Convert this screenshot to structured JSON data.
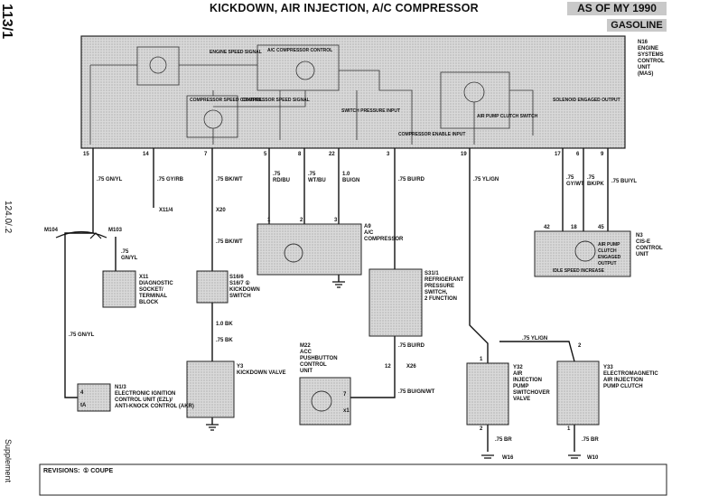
{
  "header": {
    "page_code": "113/1",
    "title": "KICKDOWN, AIR INJECTION, A/C COMPRESSOR",
    "as_of": "AS OF MY 1990",
    "fuel": "GASOLINE",
    "model": "124.0/.2",
    "supplement": "Supplement"
  },
  "module_n16": {
    "code": "N16",
    "lines": [
      "ENGINE",
      "SYSTEMS",
      "CONTROL",
      "UNIT",
      "(MAS)"
    ],
    "inner_labels": {
      "engine_speed": "ENGINE SPEED SIGNAL",
      "ac_comp": "A/C COMPRESSOR CONTROL",
      "comp_speed": "COMPRESSOR SPEED CONTROL",
      "comp_speed_signal": "COMPRESSOR SPEED SIGNAL",
      "switch_pressure": "SWITCH PRESSURE INPUT",
      "comp_enable": "COMPRESSOR ENABLE INPUT",
      "air_pump": "AIR PUMP CLUTCH SWITCH",
      "solenoid": "SOLENOID ENGAGED OUTPUT"
    },
    "pins_bottom": [
      "15",
      "14",
      "7",
      "5",
      "8",
      "22",
      "3",
      "19",
      "17",
      "6",
      "9"
    ]
  },
  "wires": {
    "w15": ".75 GN/YL",
    "w14": ".75 GY/RB",
    "w7": ".75 BK/WT",
    "w5": ".75 RD/BU",
    "w8": ".75 WT/BU",
    "w22": "1.0 BU/GN",
    "w3": ".75 BU/RD",
    "w19": ".75 YL/GN",
    "w17": ".75 GY/WT",
    "w6": ".75 BK/PK",
    "w9": ".75 BU/YL",
    "x20": "X20",
    "w_kick_mid": ".75 BK/WT",
    "w_kick_low": "1.0 BK",
    "w_kick_bot": ".75 BK",
    "w_m103": ".75 GN/YL",
    "w_left": ".75 GN/YL",
    "w_s31": ".75 BU/RD",
    "w_x26": ".75 BU/GN/WT",
    "w_y32_top": ".75 YL/GN",
    "w_y32_bot": ".75 BR",
    "w_y33_bot": ".75 BR"
  },
  "components": {
    "x11_4": "X11/4",
    "m104": "M104",
    "m103": "M103",
    "x11": [
      "X11",
      "DIAGNOSTIC",
      "SOCKET/",
      "TERMINAL",
      "BLOCK"
    ],
    "s16": [
      "S16/6",
      "S16/7 ①",
      "KICKDOWN",
      "SWITCH"
    ],
    "y3": [
      "Y3",
      "KICKDOWN VALVE"
    ],
    "a9": [
      "A9",
      "A/C",
      "COMPRESSOR"
    ],
    "a9_pins": [
      "1",
      "2",
      "3"
    ],
    "s31": [
      "S31/1",
      "REFRIGERANT",
      "PRESSURE",
      "SWITCH,",
      "2 FUNCTION"
    ],
    "x26": "X26",
    "x26_pin": "12",
    "n2": [
      "N3",
      "CIS-E",
      "CONTROL",
      "UNIT"
    ],
    "n2_pins": [
      "42",
      "18",
      "45"
    ],
    "n2_inner": "AIR PUMP CLUTCH ENGAGED OUTPUT",
    "n2_bottom": "IDLE SPEED INCREASE",
    "m22": [
      "M22",
      "ACC",
      "PUSHBUTTON",
      "CONTROL",
      "UNIT"
    ],
    "m22_pins": [
      "7",
      "x1"
    ],
    "n1": [
      "N1/3",
      "ELECTRONIC IGNITION",
      "CONTROL UNIT (EZL)/",
      "ANTI-KNOCK CONTROL (AKR)"
    ],
    "n1_pins": [
      "4",
      "tA"
    ],
    "y32": [
      "Y32",
      "AIR",
      "INJECTION",
      "PUMP",
      "SWITCHOVER",
      "VALVE"
    ],
    "y32_pins": [
      "1",
      "2"
    ],
    "y33": [
      "Y33",
      "ELECTROMAGNETIC",
      "AIR INJECTION",
      "PUMP CLUTCH"
    ],
    "y33_pins": [
      "2",
      "1"
    ],
    "w16": "W16",
    "w10": "W10"
  },
  "footer": {
    "revisions_label": "REVISIONS:",
    "revisions_value": "① COUPE"
  }
}
